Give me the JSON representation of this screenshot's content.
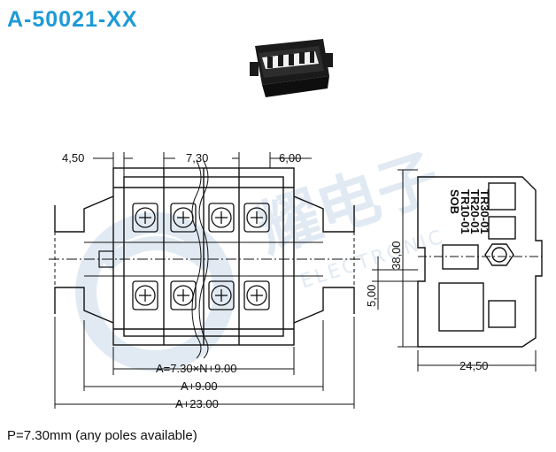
{
  "title": "A-50021-XX",
  "note": "P=7.30mm (any poles available)",
  "dimensions": {
    "d450": "4,50",
    "d730": "7,30",
    "d600": "6,00",
    "total_a": "A=7.30×N+9.00",
    "total_a9": "A+9.00",
    "total_a23": "A+23.00",
    "side_height": "38,00",
    "side_500": "5,00",
    "side_width": "24,50"
  },
  "side_markings": [
    "SOB",
    "TR10-01",
    "TR20-01",
    "TR30-01"
  ],
  "watermark": {
    "cn": "耀电子",
    "en": "ELECTRONIC"
  },
  "colors": {
    "title": "#1e9ad6",
    "line": "#111111",
    "watermark": "#c9d9ea"
  }
}
